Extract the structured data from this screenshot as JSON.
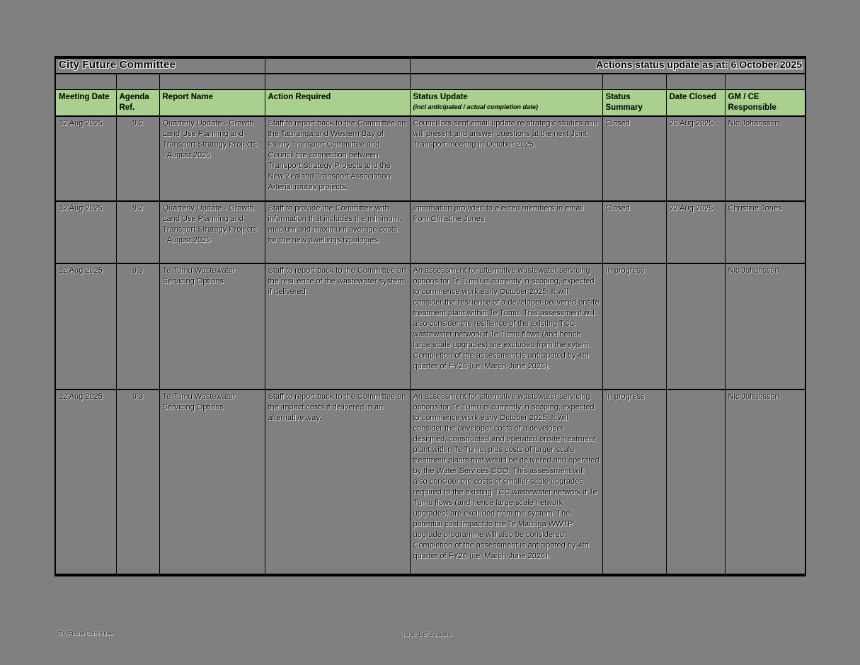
{
  "colors": {
    "background": "#808080",
    "header_green": "#a9d08e",
    "border": "#000000"
  },
  "header": {
    "title": "City Future Committee",
    "status_label": "Actions status update as at: ",
    "status_date": "6 October 2025"
  },
  "table": {
    "columns": {
      "meeting_date": "Meeting Date",
      "agenda_ref": "Agenda Ref.",
      "report_name": "Report Name",
      "action_required": "Action Required",
      "status_update": "Status Update",
      "status_update_sub": "(incl anticipated / actual completion date)",
      "status_summary": "Status Summary",
      "date_closed": "Date Closed",
      "gm_ce": "GM / CE Responsible"
    },
    "rows": [
      {
        "meeting_date": "12 Aug 2025",
        "agenda_ref": "9.2",
        "report_name": "Quarterly Update - Growth, Land Use Planning and Transport Strategy Projects - August 2025",
        "action_required": "Staff to report back to the Committee on the Tauranga and Western Bay of Plenty Transport Committee and Council the connection between Transport Strategy Projects and the New Zealand Transport Association Arterial routes projects.",
        "status_update": "Councillors sent email update re strategic studies and will present and answer questions at the next Joint Transport meeting in October 2025.",
        "status_summary": "Closed",
        "date_closed": "26 Aug 2025",
        "gm_ce": "Nic Johansson"
      },
      {
        "meeting_date": "12 Aug 2025",
        "agenda_ref": "9.2",
        "report_name": "Quarterly Update - Growth, Land Use Planning and Transport Strategy Projects - August 2025",
        "action_required": "Staff to provide the Committee with information that includes the minimum, medium and maximum average costs for the new dwellings typologies.",
        "status_update": "Information provided to elected members in email from Christine Jones.",
        "status_summary": "Closed",
        "date_closed": "22 Aug 2025",
        "gm_ce": "Christine Jones"
      },
      {
        "meeting_date": "12 Aug 2025",
        "agenda_ref": "9.3",
        "report_name": "Te Tumu Wastewater Servicing Options",
        "action_required": "Staff to report back to the Committee on the resilience of the wastewater system if delivered.",
        "status_update": "An assessment for alternative wastewater servicing options for Te Tumu is currently in scoping, expected to commence work early October 2025.  It will consider the resilience of a developer-delivered onsite treatment plant within Te Tumu.  This assessment will also consider the resilience of the existing TCC wastewater network if Te Tumu flows (and hence large scale upgrades) are excluded from the sytem. Completion of the assessment is anticipated by 4th quarter of FY26 (i.e. March-June 2026).",
        "status_summary": "In progress",
        "date_closed": "",
        "gm_ce": "Nic Johansson"
      },
      {
        "meeting_date": "12 Aug 2025",
        "agenda_ref": "9.3",
        "report_name": "Te Tumu Wastewater Servicing Options",
        "action_required": "Staff to report back to the Committee on the impact costs if delivered in an alternative way.",
        "status_update": "An assessment for alternative wastewater servicing options for Te Tumu is currently in scoping, expected to commence work early October 2025.  It will consider the developer costs of a developer designed, constructed and operated onsite treatment plant within Te Tumu, plus costs of larger-scale treatment plants that would be delivered and operated by the Water Services CCO. This assessment will also consider the costs of smaller scale upgrades required to the existing TCC wastewater network if Te Tumu flows (and hence large scale network upgrades) are excluded from the system. The potential cost impact to the Te Maunga  WWTP upgrade programme will also be considered. Completion of the assessment is anticipated by 4th quarter of FY26 (i.e. March-June 2026).",
        "status_summary": "In progress",
        "date_closed": "",
        "gm_ce": "Nic Johansson"
      }
    ]
  },
  "footer": {
    "left": "City Future Committee",
    "center": "page 1 of 3 pages"
  }
}
